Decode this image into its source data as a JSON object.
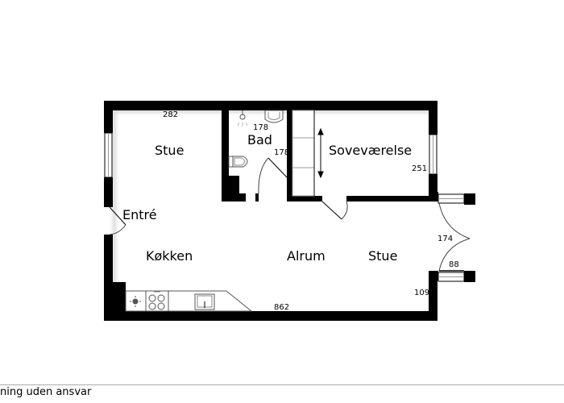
{
  "rooms": {
    "stue_top": "Stue",
    "bad": "Bad",
    "sovevaerelse": "Soveværelse",
    "entre": "Entré",
    "kokken": "Køkken",
    "alrum": "Alrum",
    "stue_bottom": "Stue"
  },
  "dimensions": {
    "stue_width": "282",
    "bad_width": "178",
    "bad_height": "178",
    "sovevaerelse_height": "251",
    "door_width": "174",
    "window_width": "88",
    "wall_segment": "109",
    "total_length": "862"
  },
  "footer": {
    "text": "ning uden ansvar"
  },
  "colors": {
    "wall": "#000000",
    "background": "#ffffff",
    "fixture_stroke": "#555555"
  }
}
